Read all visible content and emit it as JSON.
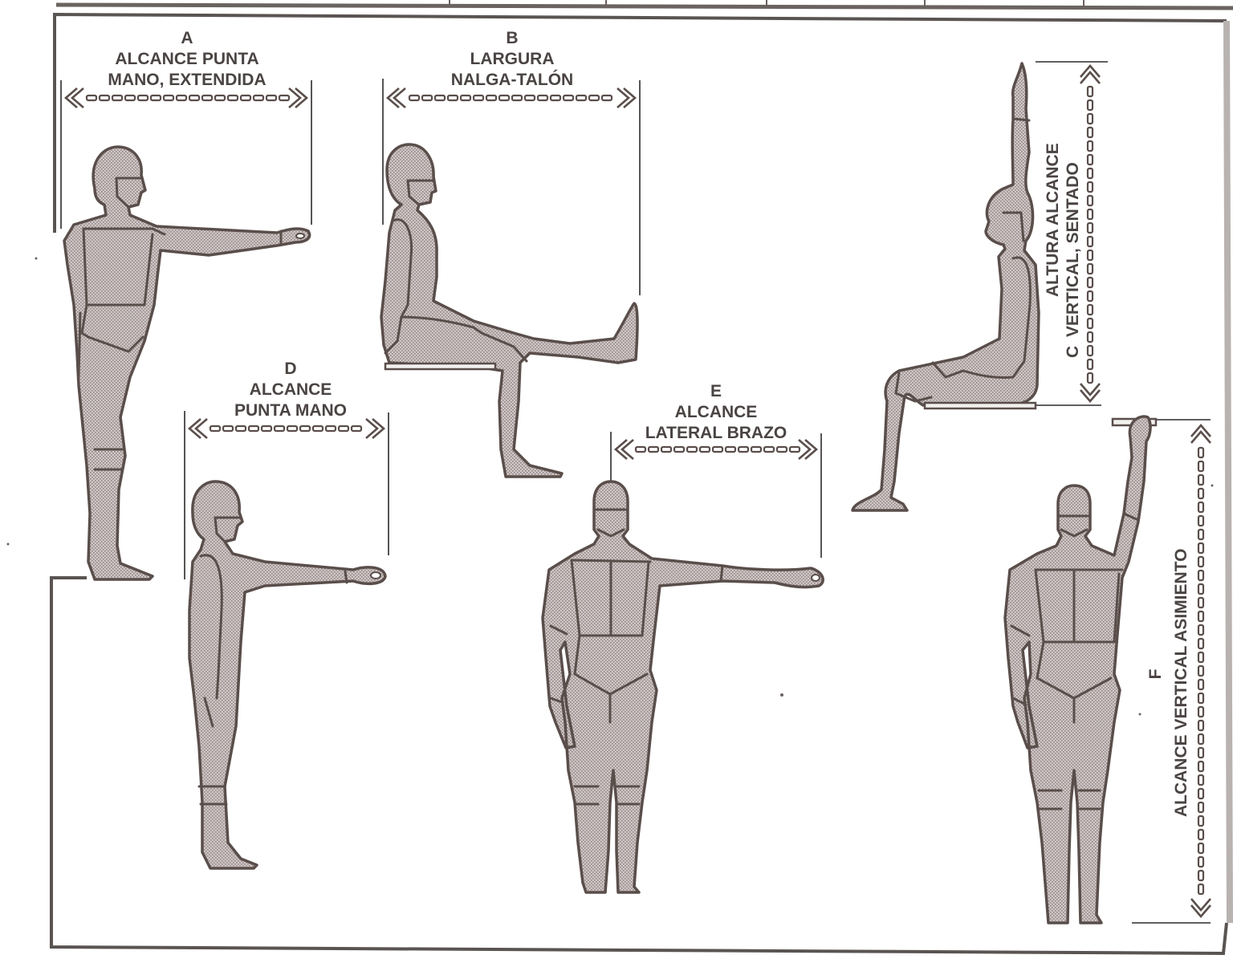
{
  "diagram": {
    "type": "anthropometric-measurements",
    "colors": {
      "figure_fill": "#c9c0bf",
      "figure_outline": "#5a4e4b",
      "text": "#4a4443",
      "frame": "#5a5452",
      "background": "#ffffff"
    },
    "measurements": [
      {
        "id": "A",
        "letter": "A",
        "line1": "ALCANCE PUNTA",
        "line2": "MANO, EXTENDIDA",
        "orientation": "horizontal",
        "pose": "standing-side-arm-forward"
      },
      {
        "id": "B",
        "letter": "B",
        "line1": "LARGURA",
        "line2": "NALGA-TALÓN",
        "orientation": "horizontal",
        "pose": "seated-side-leg-extended"
      },
      {
        "id": "C",
        "letter": "C",
        "line1": "ALTURA ALCANCE",
        "line2": "VERTICAL, SENTADO",
        "orientation": "vertical",
        "pose": "seated-side-arm-up"
      },
      {
        "id": "D",
        "letter": "D",
        "line1": "ALCANCE",
        "line2": "PUNTA MANO",
        "orientation": "horizontal",
        "pose": "standing-side-arm-forward-fist"
      },
      {
        "id": "E",
        "letter": "E",
        "line1": "ALCANCE",
        "line2": "LATERAL BRAZO",
        "orientation": "horizontal",
        "pose": "standing-front-arm-lateral"
      },
      {
        "id": "F",
        "letter": "F",
        "line1": "ALCANCE VERTICAL ASIMIENTO",
        "line2": "",
        "orientation": "vertical",
        "pose": "standing-front-arm-up-grip"
      }
    ]
  }
}
